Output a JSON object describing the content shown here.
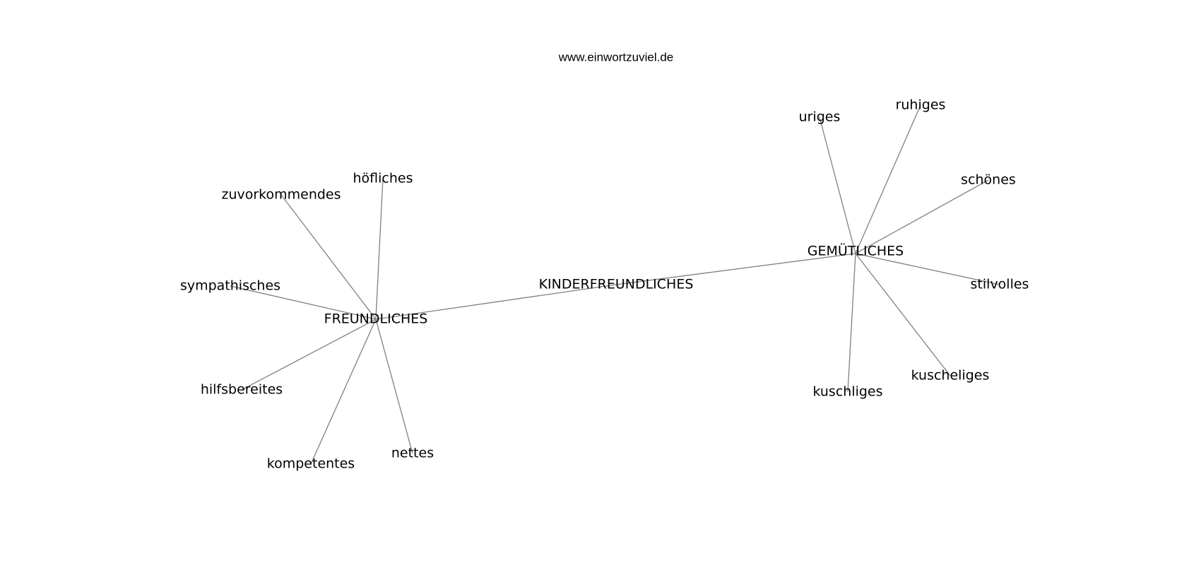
{
  "header": {
    "site": "www.einwortzuviel.de"
  },
  "graph": {
    "nodes": [
      {
        "id": "kinderfreundliches",
        "label": "KINDERFREUNDLICHES"
      },
      {
        "id": "freundliches",
        "label": "FREUNDLICHES"
      },
      {
        "id": "gemuetliches",
        "label": "GEMÜTLICHES"
      },
      {
        "id": "hoefliches",
        "label": "höfliches"
      },
      {
        "id": "zuvorkommendes",
        "label": "zuvorkommendes"
      },
      {
        "id": "sympathisches",
        "label": "sympathisches"
      },
      {
        "id": "hilfsbereites",
        "label": "hilfsbereites"
      },
      {
        "id": "kompetentes",
        "label": "kompetentes"
      },
      {
        "id": "nettes",
        "label": "nettes"
      },
      {
        "id": "uriges",
        "label": "uriges"
      },
      {
        "id": "ruhiges",
        "label": "ruhiges"
      },
      {
        "id": "schoenes",
        "label": "schönes"
      },
      {
        "id": "stilvolles",
        "label": "stilvolles"
      },
      {
        "id": "kuscheliges",
        "label": "kuscheliges"
      },
      {
        "id": "kuschliges",
        "label": "kuschliges"
      }
    ],
    "edges": [
      [
        "kinderfreundliches",
        "freundliches"
      ],
      [
        "kinderfreundliches",
        "gemuetliches"
      ],
      [
        "freundliches",
        "hoefliches"
      ],
      [
        "freundliches",
        "zuvorkommendes"
      ],
      [
        "freundliches",
        "sympathisches"
      ],
      [
        "freundliches",
        "hilfsbereites"
      ],
      [
        "freundliches",
        "kompetentes"
      ],
      [
        "freundliches",
        "nettes"
      ],
      [
        "gemuetliches",
        "uriges"
      ],
      [
        "gemuetliches",
        "ruhiges"
      ],
      [
        "gemuetliches",
        "schoenes"
      ],
      [
        "gemuetliches",
        "stilvolles"
      ],
      [
        "gemuetliches",
        "kuscheliges"
      ],
      [
        "gemuetliches",
        "kuschliges"
      ]
    ],
    "colors": {
      "edge": "#808080",
      "label": "#000000",
      "background": "#ffffff"
    }
  }
}
